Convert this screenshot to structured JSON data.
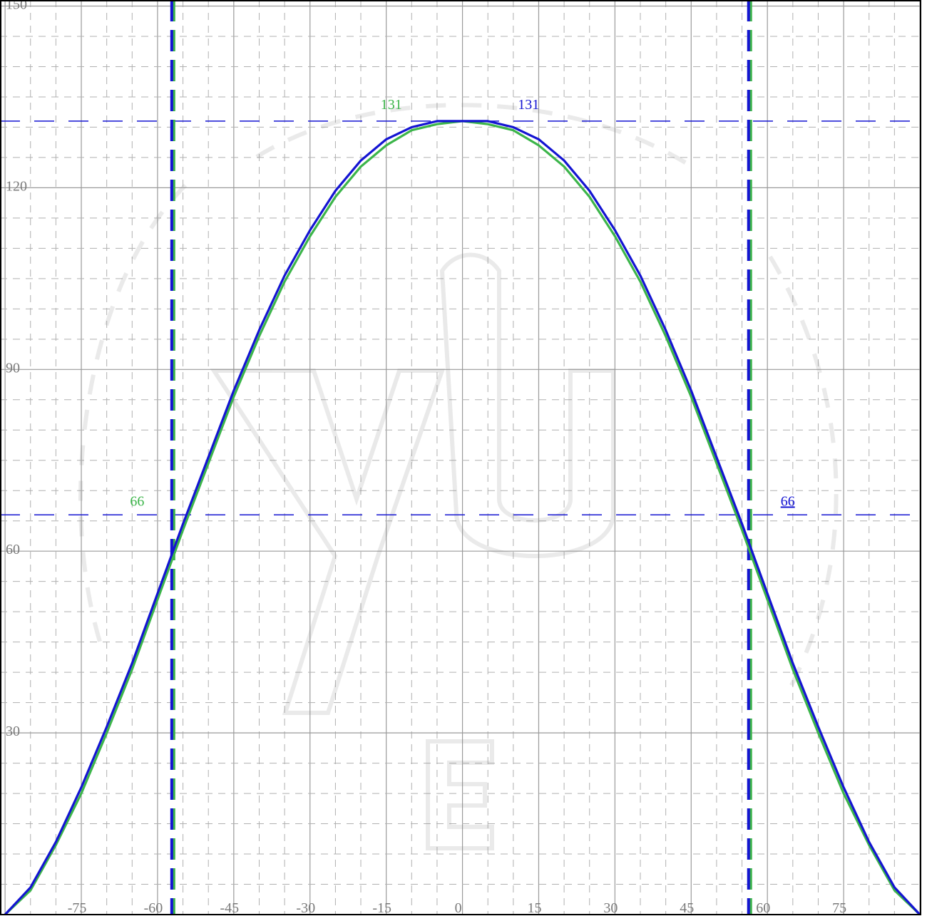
{
  "chart_data": {
    "type": "line",
    "xlim": [
      -91,
      90
    ],
    "ylim": [
      0,
      151
    ],
    "x_ticks": [
      -75,
      -60,
      -45,
      -30,
      -15,
      0,
      15,
      30,
      45,
      60,
      75
    ],
    "x_tick_labels": [
      "-75",
      "-60",
      "-45",
      "-30",
      "-15",
      "0",
      "15",
      "30",
      "45",
      "60",
      "75"
    ],
    "y_ticks": [
      30,
      60,
      90,
      120,
      150
    ],
    "y_tick_labels": [
      "30",
      "60",
      "90",
      "120",
      "150"
    ],
    "grid": true,
    "series": [
      {
        "color": "#3cb54a",
        "x": [
          -90,
          -85,
          -80,
          -75,
          -70,
          -65,
          -60,
          -55,
          -50,
          -45,
          -40,
          -35,
          -30,
          -25,
          -20,
          -15,
          -10,
          -5,
          0,
          5,
          10,
          15,
          20,
          25,
          30,
          35,
          40,
          45,
          50,
          55,
          60,
          65,
          70,
          75,
          80,
          85,
          90
        ],
        "y": [
          0,
          4,
          11.5,
          20,
          30,
          40.5,
          52,
          63.5,
          74.5,
          85.5,
          95.5,
          104.5,
          112,
          118.5,
          123.5,
          127,
          129.5,
          130.5,
          131,
          130.5,
          129.5,
          127,
          123.5,
          118.5,
          112,
          104.5,
          95.5,
          85.5,
          74.5,
          63.5,
          52,
          40.5,
          30,
          20,
          11.5,
          4,
          0
        ]
      },
      {
        "color": "#1414d2",
        "x": [
          -90,
          -85,
          -80,
          -75,
          -70,
          -65,
          -60,
          -55,
          -50,
          -45,
          -40,
          -35,
          -30,
          -25,
          -20,
          -15,
          -10,
          -5,
          0,
          5,
          10,
          15,
          20,
          25,
          30,
          35,
          40,
          45,
          50,
          55,
          60,
          65,
          70,
          75,
          80,
          85,
          90
        ],
        "y": [
          0,
          4.5,
          12,
          21,
          31,
          41.5,
          53,
          64.5,
          75.5,
          86.5,
          96.5,
          105.5,
          113,
          119.5,
          124.5,
          128,
          130,
          131,
          131,
          131,
          130,
          128,
          124.5,
          119.5,
          113,
          105.5,
          96.5,
          86.5,
          75.5,
          64.5,
          53,
          41.5,
          31,
          21,
          12,
          4.5,
          0
        ]
      }
    ],
    "reference_lines": {
      "horizontal": [
        {
          "y": 131,
          "color": "#1414d2"
        },
        {
          "y": 66,
          "color": "#1414d2"
        }
      ],
      "vertical": [
        {
          "x": -57,
          "color": "#3cb54a"
        },
        {
          "x": 56.5,
          "color": "#3cb54a"
        },
        {
          "x": -57,
          "color": "#1414d2"
        },
        {
          "x": 56.5,
          "color": "#1414d2"
        }
      ]
    },
    "annotations": [
      {
        "text": "131",
        "x": -14,
        "y": 133,
        "color": "#3cb54a"
      },
      {
        "text": "131",
        "x": 13,
        "y": 133,
        "color": "#1414d2"
      },
      {
        "text": "66",
        "x": -64,
        "y": 67.5,
        "color": "#3cb54a"
      },
      {
        "text": "66",
        "x": 64,
        "y": 67.5,
        "color": "#1414d2",
        "underline": true
      }
    ]
  }
}
